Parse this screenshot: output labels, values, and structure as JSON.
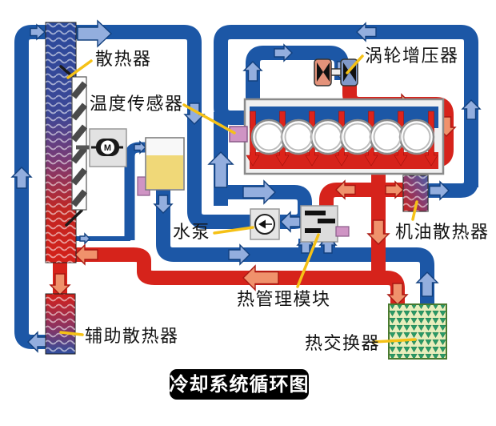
{
  "diagram": {
    "title": "冷却系统循环图",
    "labels": {
      "radiator": "散热器",
      "temp_sensor": "温度传感器",
      "turbocharger": "涡轮增压器",
      "water_pump": "水泵",
      "thermal_module": "热管理模块",
      "oil_cooler": "机油散热器",
      "heat_exchanger": "热交换器",
      "aux_radiator": "辅助散热器"
    },
    "motor_glyph": "M",
    "colors": {
      "coolant_cold_pipe": "#1c57a6",
      "coolant_cold_arrow": "#93aede",
      "coolant_hot_pipe": "#d6231b",
      "coolant_hot_arrow": "#f0926c",
      "leader_line": "#f5c116",
      "title_bg": "#000000",
      "title_text": "#ffffff",
      "radiator_top": "#2b4a9c",
      "radiator_bottom": "#d42019",
      "expansion_tank": "#f0d878",
      "sensor": "#cf94c4",
      "heat_exchanger_bg": "#e8eebc",
      "heat_exchanger_cell": "#2a9a66",
      "engine_fill": "#f0f0f0"
    }
  }
}
